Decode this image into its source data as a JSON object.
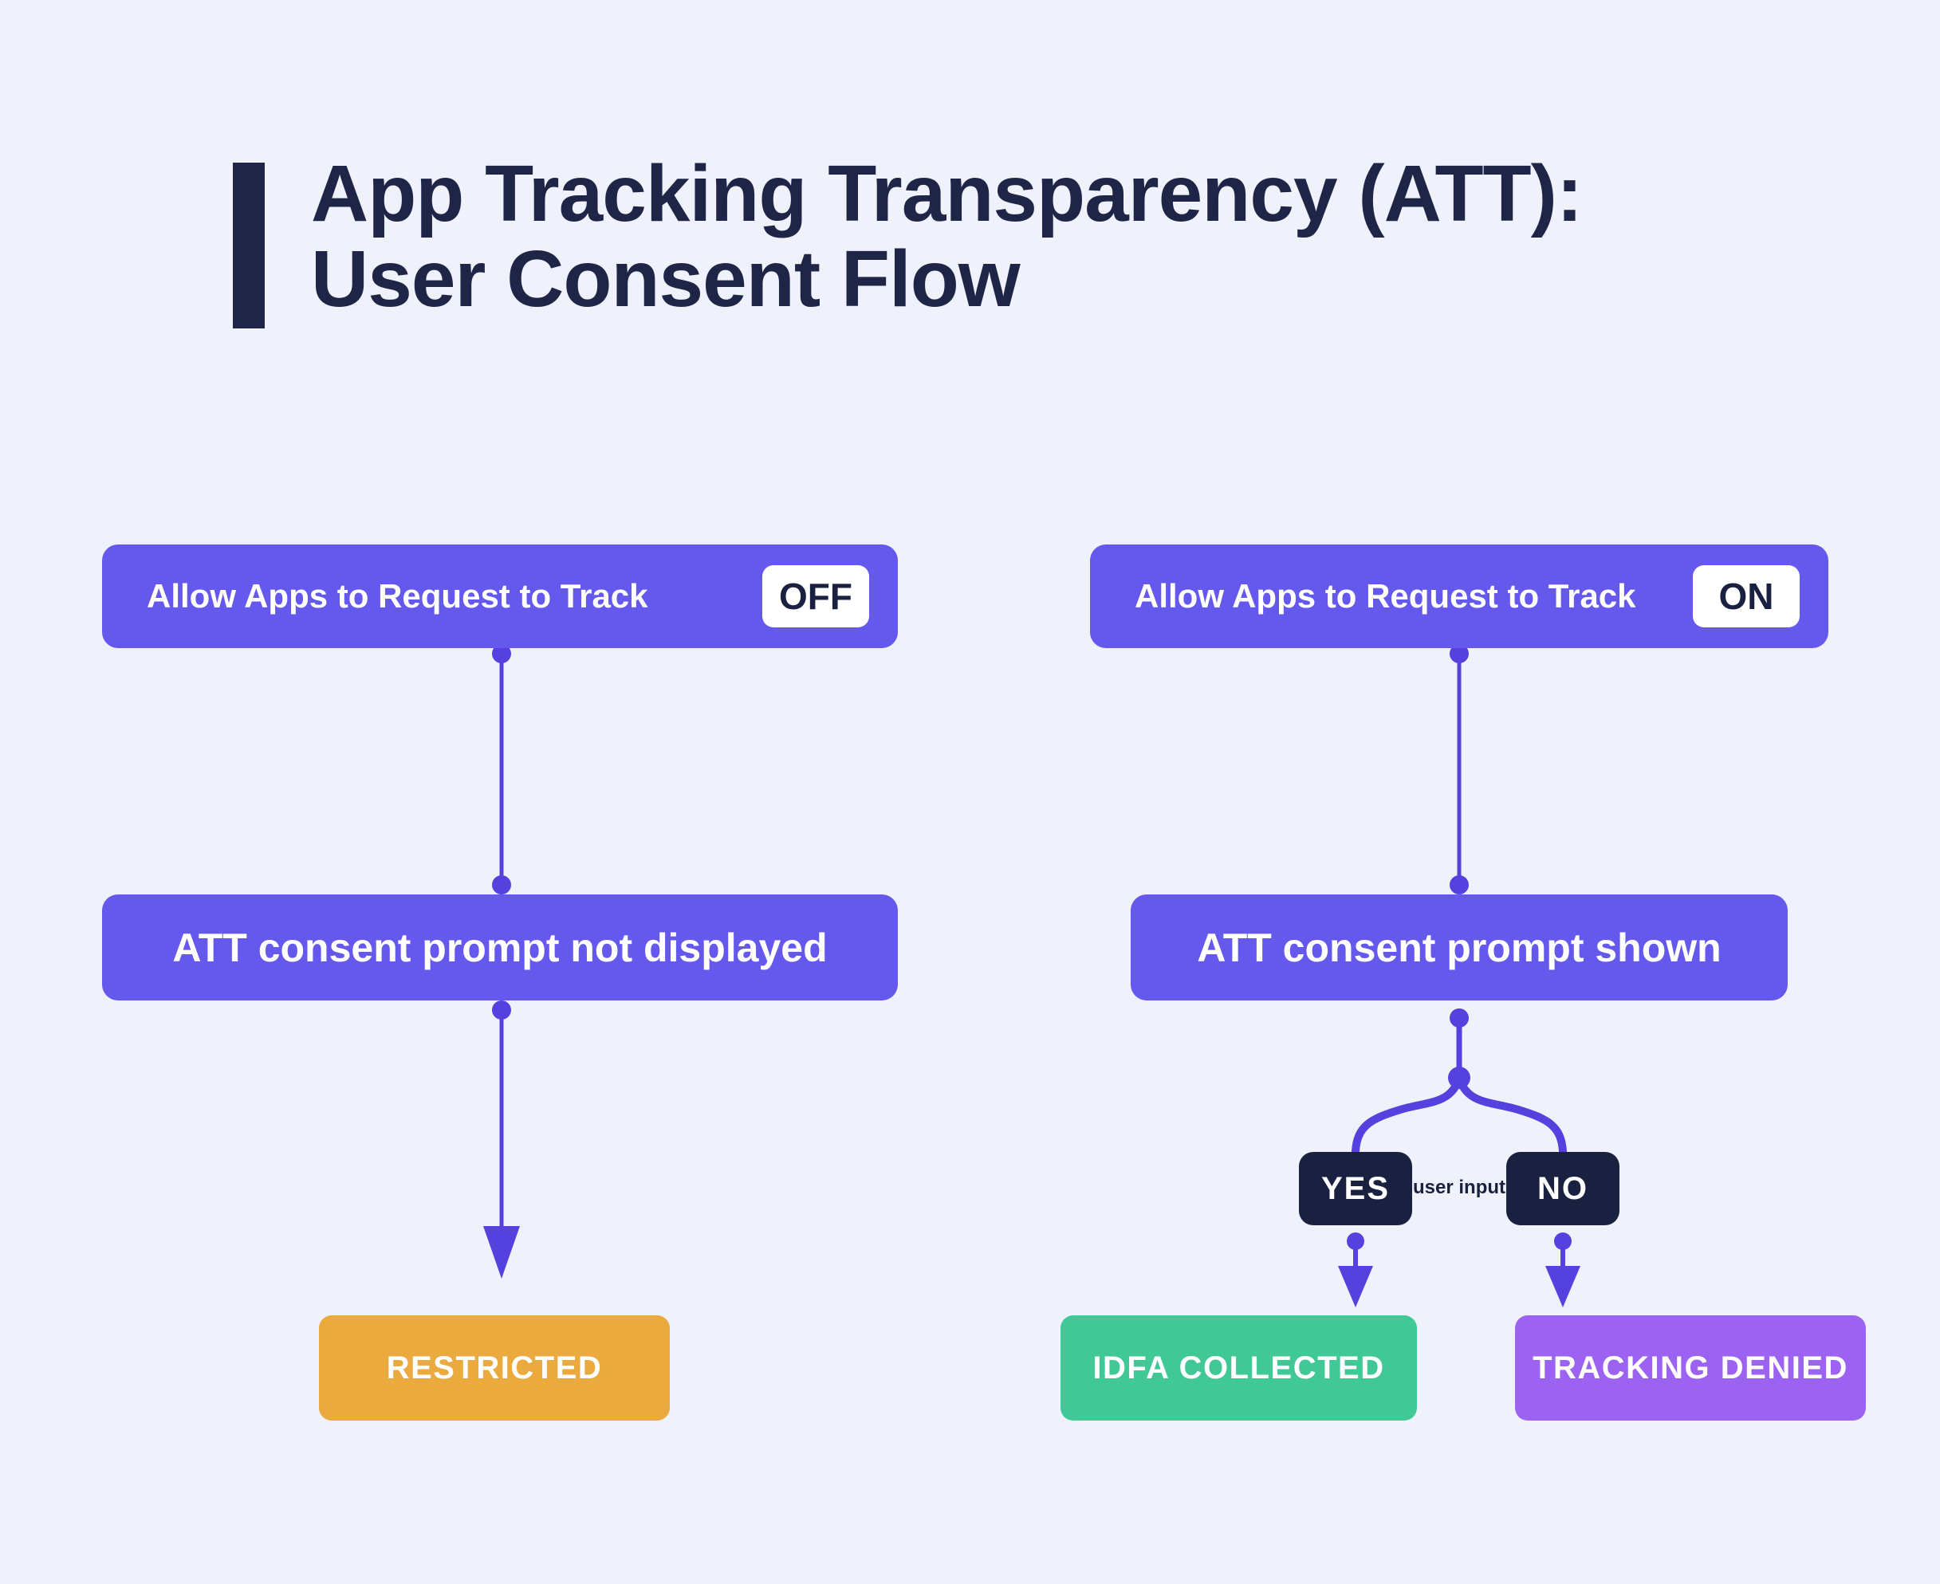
{
  "title": {
    "line1": "App Tracking Transparency (ATT):",
    "line2": "User Consent Flow"
  },
  "colors": {
    "background": "#EFF2FA",
    "navy": "#1F2547",
    "navy-deep": "#1A2040",
    "purple": "#6459EC",
    "connector": "#5441DE",
    "orange": "#EBAA3E",
    "green": "#40C897",
    "violet": "#9C62F1",
    "white": "#FFFFFF"
  },
  "left_branch": {
    "toggle_label": "Allow Apps to Request to Track",
    "toggle_state": "OFF",
    "step": "ATT consent prompt not displayed",
    "outcome": "RESTRICTED"
  },
  "right_branch": {
    "toggle_label": "Allow Apps to Request to Track",
    "toggle_state": "ON",
    "step": "ATT consent prompt shown",
    "decision_yes": "YES",
    "decision_no": "NO",
    "decision_caption": "user input",
    "outcome_yes": "IDFA COLLECTED",
    "outcome_no": "TRACKING DENIED"
  }
}
